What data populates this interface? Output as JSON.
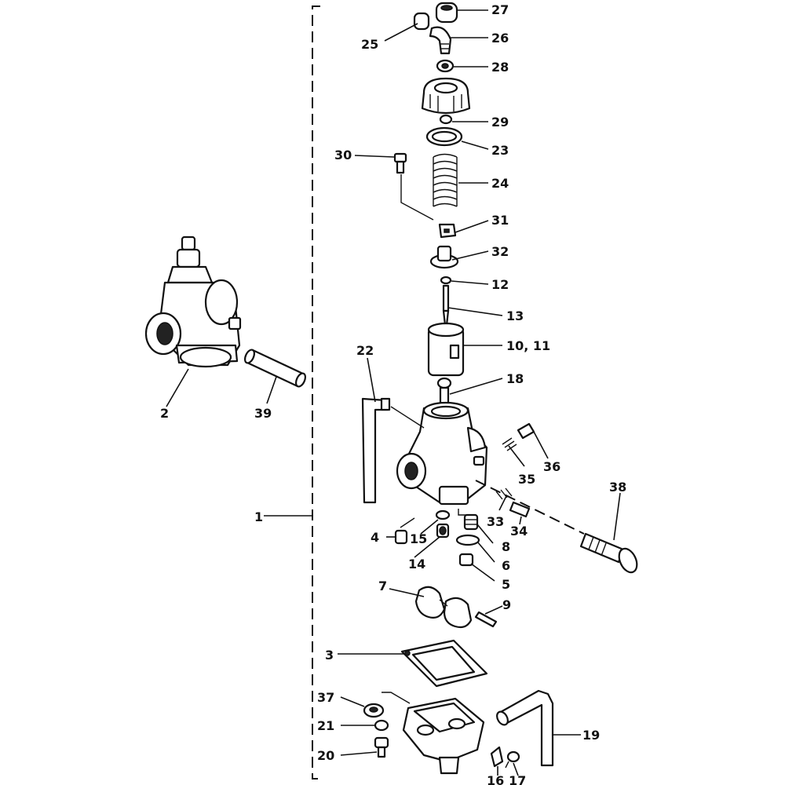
{
  "labels": {
    "l1": "1",
    "l2": "2",
    "l3": "3",
    "l4": "4",
    "l5": "5",
    "l6": "6",
    "l7": "7",
    "l8": "8",
    "l9": "9",
    "l10_11": "10, 11",
    "l12": "12",
    "l13": "13",
    "l14": "14",
    "l15": "15",
    "l16": "16",
    "l17": "17",
    "l18": "18",
    "l19": "19",
    "l20": "20",
    "l21": "21",
    "l22": "22",
    "l23": "23",
    "l24": "24",
    "l25": "25",
    "l26": "26",
    "l27": "27",
    "l28": "28",
    "l29": "29",
    "l30": "30",
    "l31": "31",
    "l32": "32",
    "l33": "33",
    "l34": "34",
    "l35": "35",
    "l36": "36",
    "l37": "37",
    "l38": "38",
    "l39": "39"
  }
}
